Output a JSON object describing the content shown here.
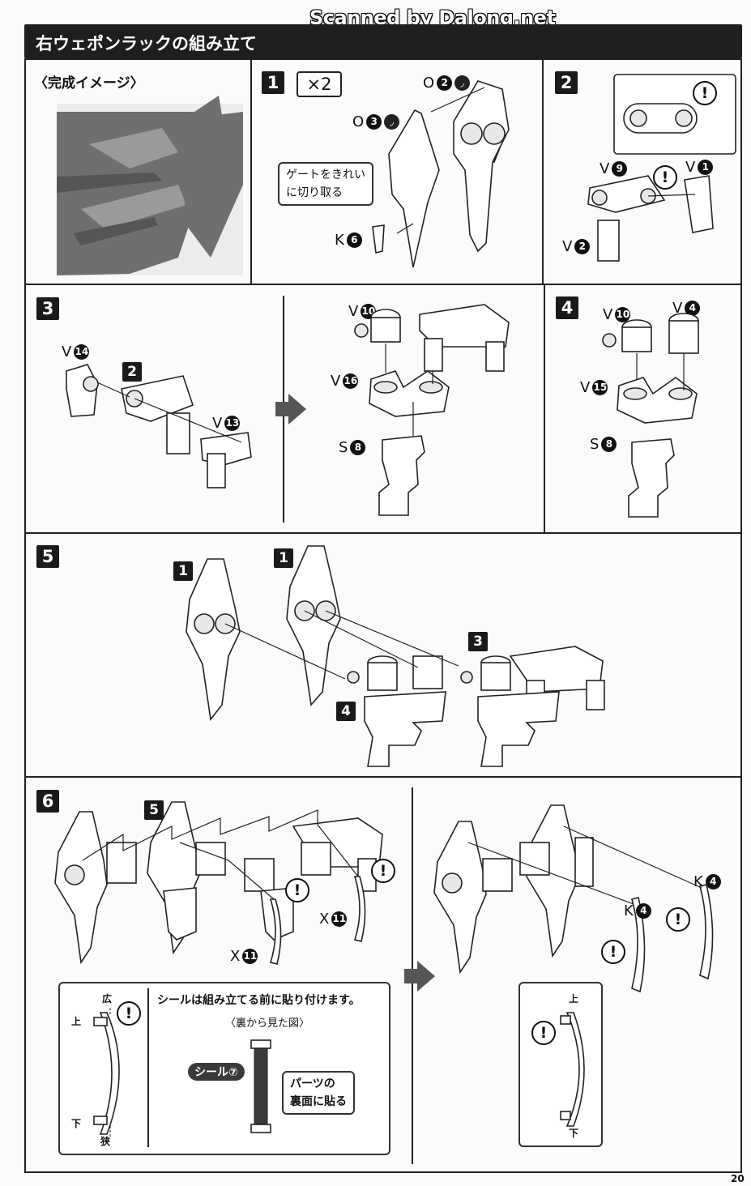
{
  "watermark": "Scanned by Dalong.net",
  "header": {
    "title": "右ウェポンラックの組み立て"
  },
  "image_section": {
    "label": "〈完成イメージ〉"
  },
  "steps": {
    "s1": {
      "num": "1",
      "times": "×2",
      "note_line1": "ゲートをきれい",
      "note_line2": "に切り取る",
      "parts": [
        {
          "letter": "O",
          "num": "2"
        },
        {
          "letter": "O",
          "num": "3"
        },
        {
          "letter": "K",
          "num": "6"
        }
      ]
    },
    "s2": {
      "num": "2",
      "parts": [
        {
          "letter": "V",
          "num": "9"
        },
        {
          "letter": "V",
          "num": "1"
        },
        {
          "letter": "V",
          "num": "2"
        }
      ]
    },
    "s3": {
      "num": "3",
      "sub_ref": "2",
      "parts": [
        {
          "letter": "V",
          "num": "14"
        },
        {
          "letter": "V",
          "num": "13"
        },
        {
          "letter": "V",
          "num": "10"
        },
        {
          "letter": "V",
          "num": "16"
        },
        {
          "letter": "S",
          "num": "8"
        }
      ]
    },
    "s4": {
      "num": "4",
      "parts": [
        {
          "letter": "V",
          "num": "10"
        },
        {
          "letter": "V",
          "num": "4"
        },
        {
          "letter": "V",
          "num": "15"
        },
        {
          "letter": "S",
          "num": "8"
        }
      ]
    },
    "s5": {
      "num": "5",
      "refs": [
        "1",
        "1",
        "3",
        "4"
      ]
    },
    "s6": {
      "num": "6",
      "sub_ref": "5",
      "parts": [
        {
          "letter": "X",
          "num": "11"
        },
        {
          "letter": "X",
          "num": "11"
        },
        {
          "letter": "K",
          "num": "4"
        },
        {
          "letter": "K",
          "num": "4"
        }
      ],
      "sticker_note": "シールは組み立てる前に貼り付けます。",
      "back_view": "〈裏から見た図〉",
      "sticker": "シール⑦",
      "sticker_callout_1": "パーツの",
      "sticker_callout_2": "裏面に貼る",
      "wide": "広",
      "narrow": "狭",
      "top": "上",
      "bottom": "下"
    }
  },
  "excl": "!",
  "page_number": "20",
  "colors": {
    "step_badge": "#1a1a1a",
    "header_bg": "#1e1e1e",
    "arrow": "#555555"
  },
  "icons": [
    "exclamation-icon",
    "nub-icon",
    "big-arrow-icon"
  ]
}
